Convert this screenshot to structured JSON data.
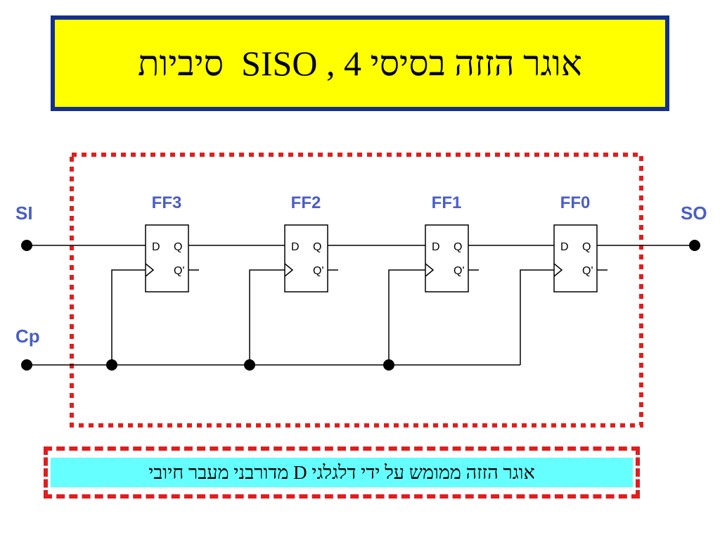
{
  "slide": {
    "title": "אוגר הזזה בסיסי SISO , 4  סיביות",
    "caption": "אוגר הזזה ממומש על ידי דלגלגי D מדורבני מעבר חיובי"
  },
  "diagram": {
    "input_label": "SI",
    "output_label": "SO",
    "clock_label": "Cp",
    "flipflops": [
      {
        "name": "FF3",
        "d": "D",
        "q": "Q",
        "qbar": "Q'"
      },
      {
        "name": "FF2",
        "d": "D",
        "q": "Q",
        "qbar": "Q'"
      },
      {
        "name": "FF1",
        "d": "D",
        "q": "Q",
        "qbar": "Q'"
      },
      {
        "name": "FF0",
        "d": "D",
        "q": "Q",
        "qbar": "Q'"
      }
    ]
  },
  "colors": {
    "title_bg": "#ffff00",
    "title_border": "#15308a",
    "label_blue": "#4a5ec8",
    "dotted_border": "#e01e1e",
    "caption_bg": "#66ffff"
  }
}
